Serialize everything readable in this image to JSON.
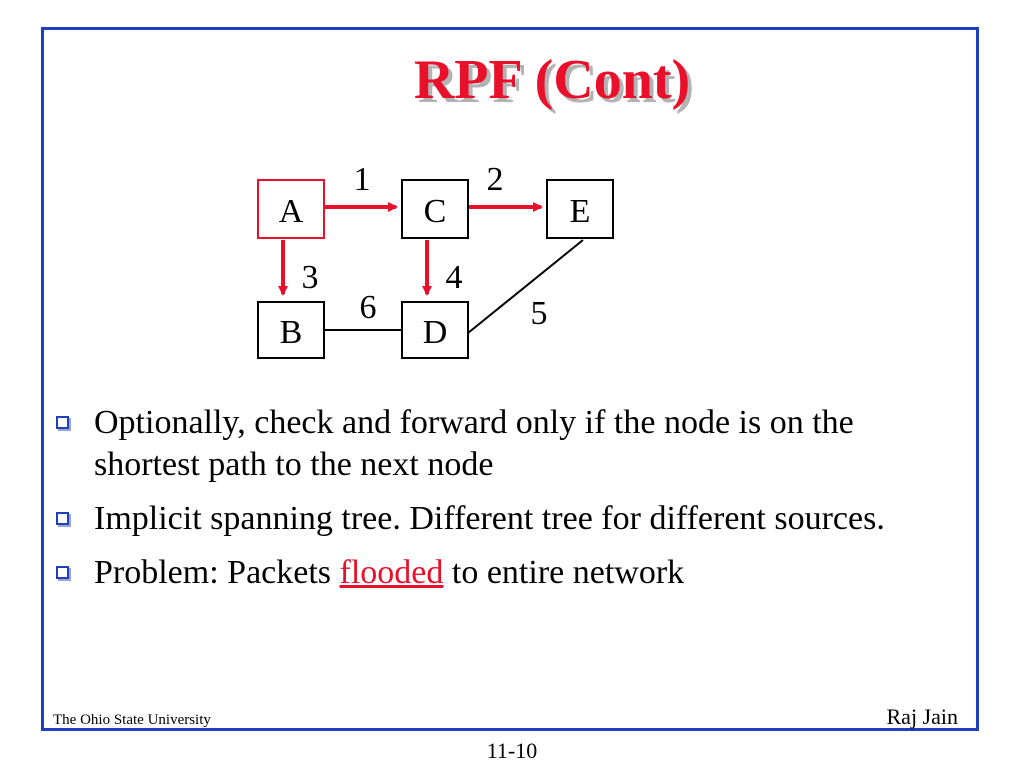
{
  "slide": {
    "title": "RPF (Cont)"
  },
  "diagram": {
    "nodes": {
      "a": "A",
      "b": "B",
      "c": "C",
      "d": "D",
      "e": "E"
    },
    "edge_labels": {
      "a_c": "1",
      "c_e": "2",
      "a_b": "3",
      "c_d": "4",
      "d_e": "5",
      "b_d": "6"
    },
    "colors": {
      "highlight": "#e8102a",
      "frame": "#1f3fbf"
    }
  },
  "bullets": {
    "item1": "Optionally, check and forward only if the node is on the shortest path to the next node",
    "item2": "Implicit spanning tree. Different tree for different sources.",
    "item3_before": "Problem: Packets ",
    "item3_link": "flooded",
    "item3_after": " to entire network"
  },
  "footer": {
    "institution": "The Ohio State University",
    "author": "Raj Jain",
    "page_number": "11-10"
  }
}
